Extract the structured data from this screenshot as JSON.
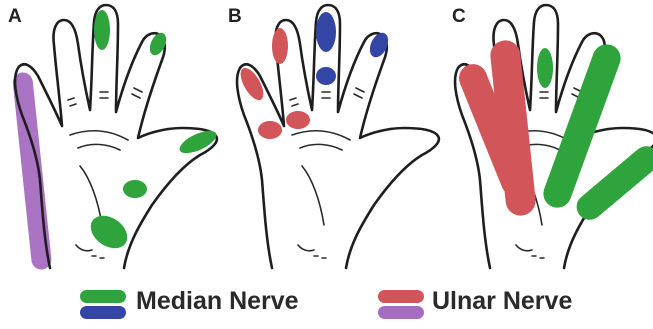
{
  "panels": [
    {
      "id": "A",
      "label": "A"
    },
    {
      "id": "B",
      "label": "B"
    },
    {
      "id": "C",
      "label": "C"
    }
  ],
  "legend": {
    "median": {
      "label": "Median Nerve",
      "colors": [
        "#2fa33c",
        "#3446a5"
      ]
    },
    "ulnar": {
      "label": "Ulnar Nerve",
      "colors": [
        "#d2555a",
        "#a66cc1"
      ]
    }
  },
  "colors": {
    "median_green": "#2fa33c",
    "median_blue": "#3446a5",
    "ulnar_red": "#d2555a",
    "ulnar_purple": "#a66cc1",
    "outline": "#1e1e1e"
  }
}
